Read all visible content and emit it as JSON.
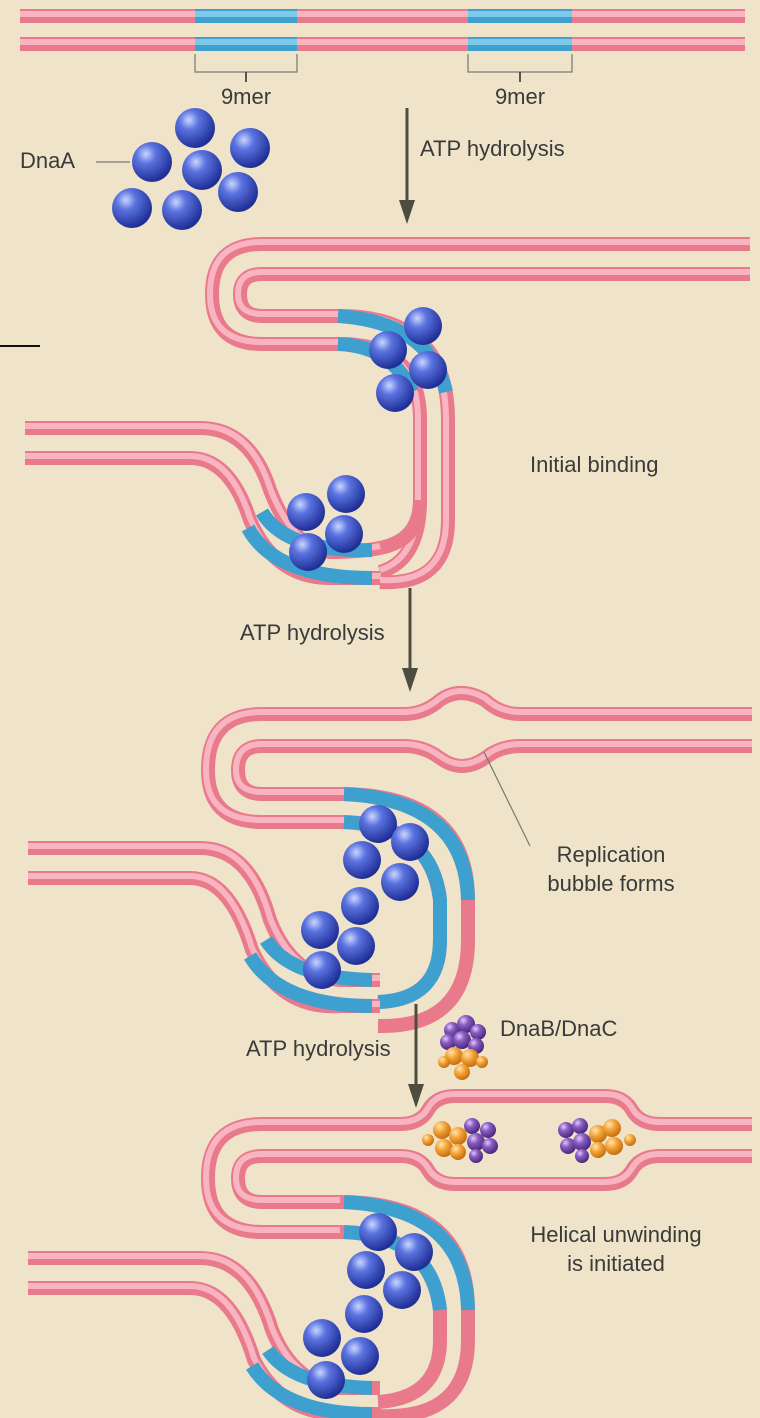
{
  "labels": {
    "ninemer_left": "9mer",
    "ninemer_right": "9mer",
    "dnaa": "DnaA",
    "atp_1": "ATP hydrolysis",
    "initial_binding": "Initial binding",
    "atp_2": "ATP hydrolysis",
    "bubble_line1": "Replication",
    "bubble_line2": "bubble forms",
    "atp_3": "ATP hydrolysis",
    "dnab_dnac": "DnaB/DnaC",
    "helical_line1": "Helical unwinding",
    "helical_line2": "is initiated"
  },
  "colors": {
    "background": "#efe4c9",
    "dna_strand": "#e87a8c",
    "dna_strand_highlight": "#f8b4c0",
    "dna_binding_site": "#3ea0cf",
    "dnaa_protein": "#3f55c8",
    "dnab_protein": "#7a4fa8",
    "dnac_protein": "#f2a23a",
    "arrow": "#4d4d3f"
  }
}
